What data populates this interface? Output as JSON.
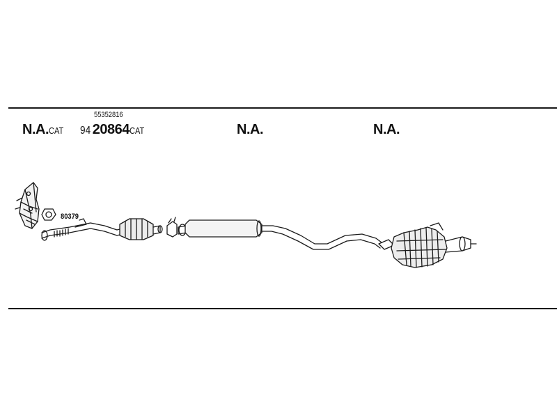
{
  "slots": [
    {
      "main": "N.A.",
      "suffix": "CAT"
    },
    {
      "top_number": "55352816",
      "prefix": "94",
      "main": "20864",
      "suffix": "CAT"
    },
    {
      "main": "N.A."
    },
    {
      "main": "N.A."
    }
  ],
  "parts": {
    "seal_number": "80379"
  },
  "icons": {
    "manifold": "exhaust-manifold-icon",
    "seal": "gasket-ring-icon",
    "front_pipe": "front-pipe-icon",
    "catalyst": "catalytic-converter-icon",
    "clamp": "clamp-icon",
    "center_silencer": "center-silencer-icon",
    "rear_silencer": "rear-silencer-icon"
  },
  "colors": {
    "line": "#1a1a1a",
    "background": "#ffffff"
  }
}
